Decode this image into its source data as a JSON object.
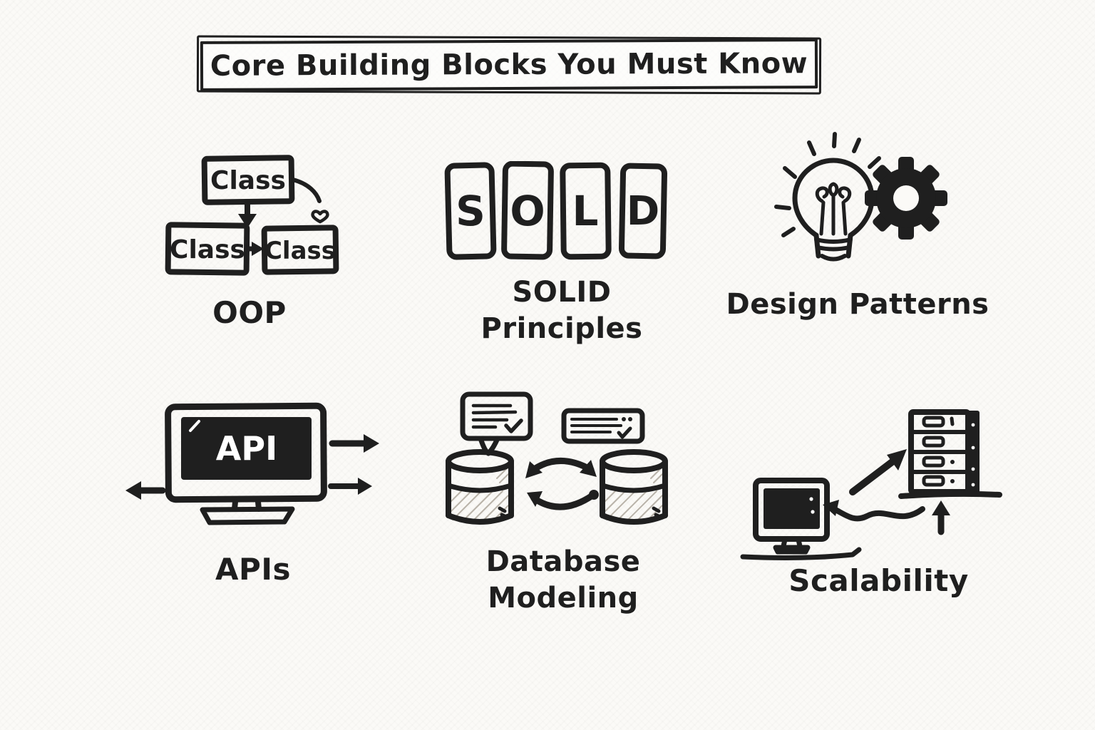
{
  "colors": {
    "ink": "#1f1f1f",
    "paper": "#fbfaf7",
    "screen": "#181818",
    "hatch": "#b9b3a9"
  },
  "title": {
    "text": "Core Building Blocks You Must Know"
  },
  "sections": {
    "oop": {
      "label": "OOP",
      "icon": "class-diagram-icon",
      "boxes": [
        "Class",
        "Class",
        "Class"
      ]
    },
    "solid": {
      "label_line1": "SOLID",
      "label_line2": "Principles",
      "icon": "letter-cards-icon",
      "cards": [
        "S",
        "O",
        "L",
        "D"
      ]
    },
    "design_patterns": {
      "label": "Design Patterns",
      "icon": "lightbulb-gear-icon"
    },
    "apis": {
      "label": "APIs",
      "icon": "monitor-arrows-icon",
      "screen_text": "API"
    },
    "database_modeling": {
      "label_line1": "Database",
      "label_line2": "Modeling",
      "icon": "databases-sync-icon"
    },
    "scalability": {
      "label": "Scalability",
      "icon": "computer-to-server-icon"
    }
  }
}
